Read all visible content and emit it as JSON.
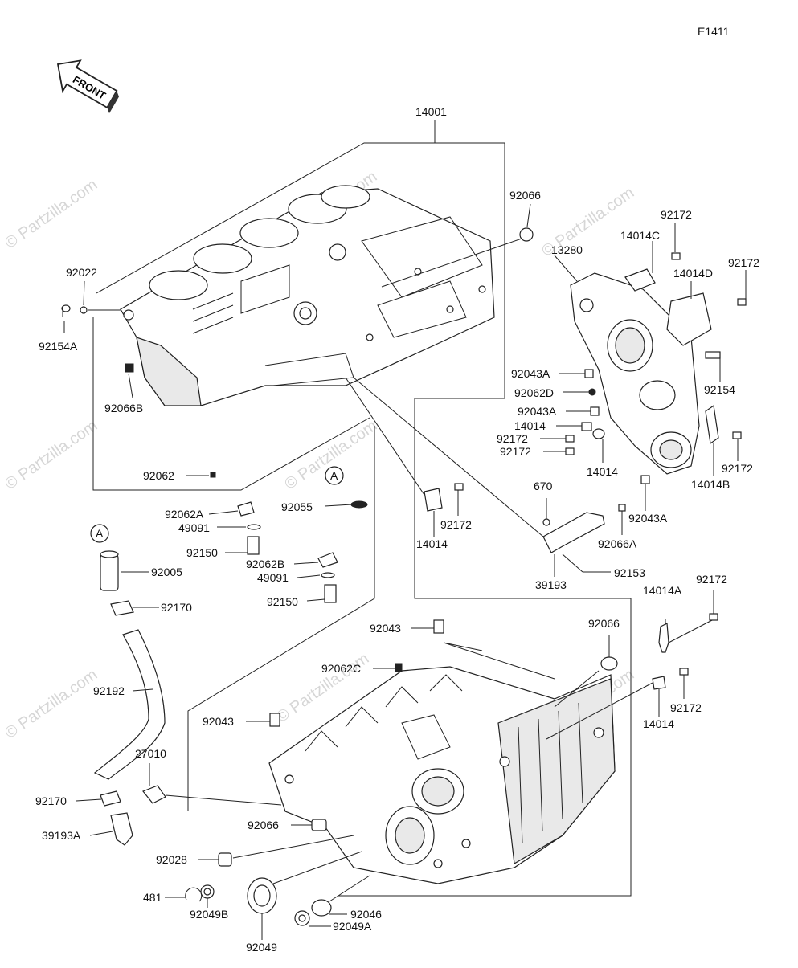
{
  "figure_code": "E1411",
  "front_label": "FRONT",
  "watermark": "© Partzilla.com",
  "callout_a": "A",
  "parts": {
    "p14001": "14001",
    "p92066_top": "92066",
    "p92022": "92022",
    "p92154A": "92154A",
    "p92066B": "92066B",
    "p92062": "92062",
    "p92062A": "92062A",
    "p49091_a": "49091",
    "p92150_a": "92150",
    "p92055": "92055",
    "p92062B": "92062B",
    "p49091_b": "49091",
    "p92150_b": "92150",
    "p92005": "92005",
    "p92170_a": "92170",
    "p92192": "92192",
    "p27010": "27010",
    "p92170_b": "92170",
    "p39193A": "39193A",
    "p92028": "92028",
    "p481": "481",
    "p92049B": "92049B",
    "p92049": "92049",
    "p92049A": "92049A",
    "p92046": "92046",
    "p92066_mid": "92066",
    "p92043_a": "92043",
    "p92043_b": "92043",
    "p92062C": "92062C",
    "p92066_right": "92066",
    "p14014A": "14014A",
    "p92172_r1": "92172",
    "p92172_r2": "92172",
    "p14014_r": "14014",
    "p14014_mid": "14014",
    "p92172_mid": "92172",
    "p670": "670",
    "p92066A": "92066A",
    "p39193": "39193",
    "p92153": "92153",
    "p13280": "13280",
    "p14014C": "14014C",
    "p92172_c": "92172",
    "p92172_d": "92172",
    "p14014D": "14014D",
    "p92154": "92154",
    "p92043A_1": "92043A",
    "p92062D": "92062D",
    "p92043A_2": "92043A",
    "p14014_c1": "14014",
    "p92172_c1": "92172",
    "p92172_c2": "92172",
    "p14014_c2": "14014",
    "p92172_c3": "92172",
    "p14014B": "14014B",
    "p92043A_3": "92043A"
  }
}
